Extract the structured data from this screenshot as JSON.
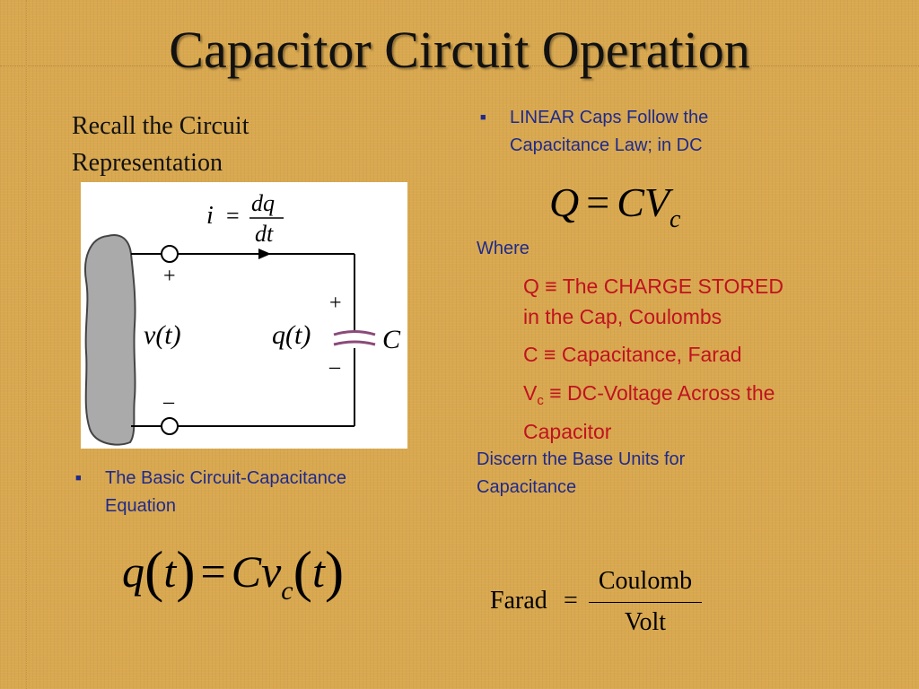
{
  "slide": {
    "title": "Capacitor Circuit Operation",
    "recall_line1": "Recall the Circuit",
    "recall_line2": "Representation"
  },
  "left": {
    "bullet_line1": "The Basic Circuit-Capacitance",
    "bullet_line2": "Equation",
    "equation": {
      "q": "q",
      "t": "t",
      "eq": "=",
      "C": "C",
      "v": "v",
      "sub": "c"
    }
  },
  "circuit": {
    "current_i": "i",
    "eq": "=",
    "dq": "dq",
    "dt": "dt",
    "plus_left": "+",
    "minus_left": "–",
    "v_label": "v(t)",
    "q_label": "q(t)",
    "plus_right": "+",
    "minus_right": "–",
    "cap_label": "C"
  },
  "right": {
    "bullet_line1": "LINEAR Caps Follow the",
    "bullet_line2": "Capacitance Law; in DC",
    "law": {
      "Q": "Q",
      "eq": "=",
      "CV": "CV",
      "sub": "c"
    },
    "where": "Where",
    "defs": [
      {
        "sym": "Q",
        "equiv": "≡",
        "line1": "The CHARGE STORED",
        "line2": "in the Cap, Coulombs"
      },
      {
        "sym": "C",
        "equiv": "≡",
        "line1": "Capacitance, Farad"
      },
      {
        "sym": "V",
        "sub": "c",
        "equiv": "≡",
        "line1": "DC-Voltage Across the",
        "line2": "Capacitor"
      }
    ],
    "discern_line1": "Discern the Base Units for",
    "discern_line2": "Capacitance",
    "units": {
      "lhs": "Farad",
      "eq": "=",
      "num": "Coulomb",
      "den": "Volt"
    }
  }
}
